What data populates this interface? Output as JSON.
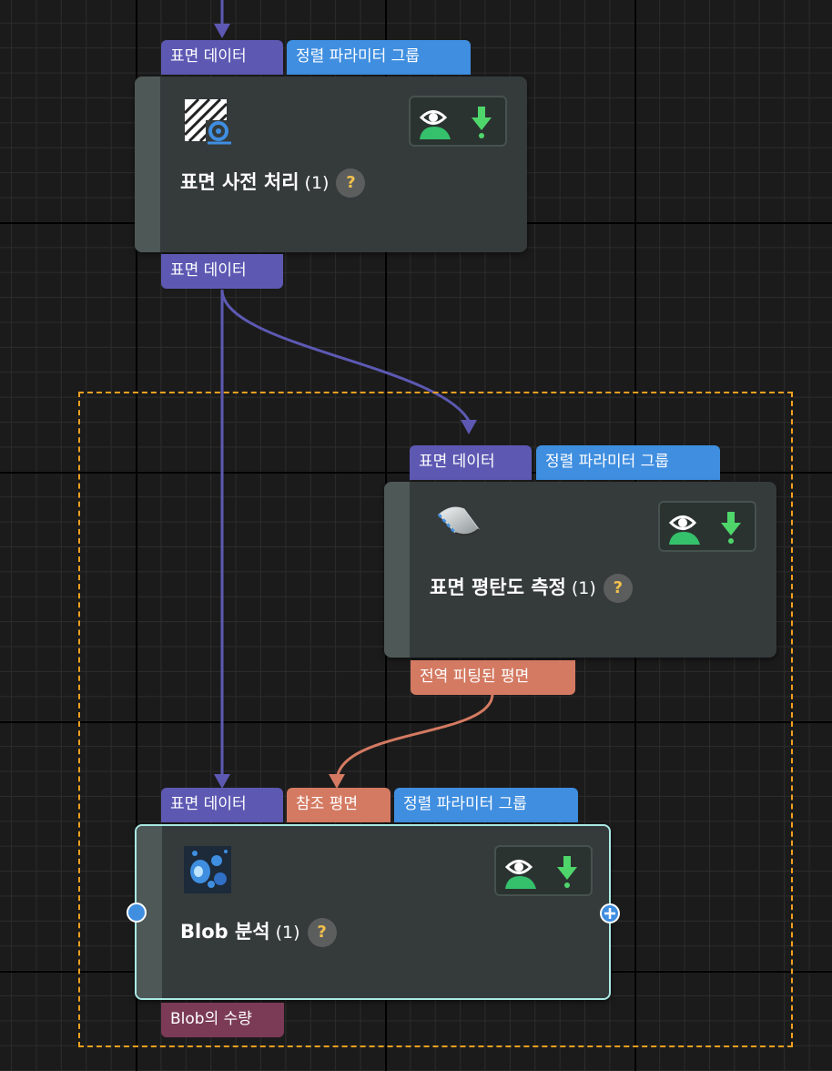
{
  "nodes": [
    {
      "title": "표면 사전 처리",
      "count": "(1)",
      "help": "?",
      "inputs": [
        "표면 데이터",
        "정렬 파라미터 그룹"
      ],
      "outputs": [
        "표면 데이터"
      ]
    },
    {
      "title": "표면 평탄도 측정",
      "count": "(1)",
      "help": "?",
      "inputs": [
        "표면 데이터",
        "정렬 파라미터 그룹"
      ],
      "outputs": [
        "전역 피팅된 평면"
      ]
    },
    {
      "title": "Blob 분석",
      "count": "(1)",
      "help": "?",
      "inputs": [
        "표면 데이터",
        "참조 평면",
        "정렬 파라미터 그룹"
      ],
      "outputs": [
        "Blob의 수량"
      ]
    }
  ],
  "colors": {
    "surface_port": "#5d59b3",
    "param_port": "#3f8ee0",
    "plane_port": "#d47a62",
    "count_port": "#7b3a56",
    "selection_border": "#f0a020",
    "selected_node_border": "#a9eae4"
  },
  "icons": {
    "preprocess": "surface-preprocess-icon",
    "flatness": "surface-flatness-icon",
    "blob": "blob-analysis-icon",
    "visualize": "eye-user-icon",
    "output": "download-arrow-icon"
  }
}
